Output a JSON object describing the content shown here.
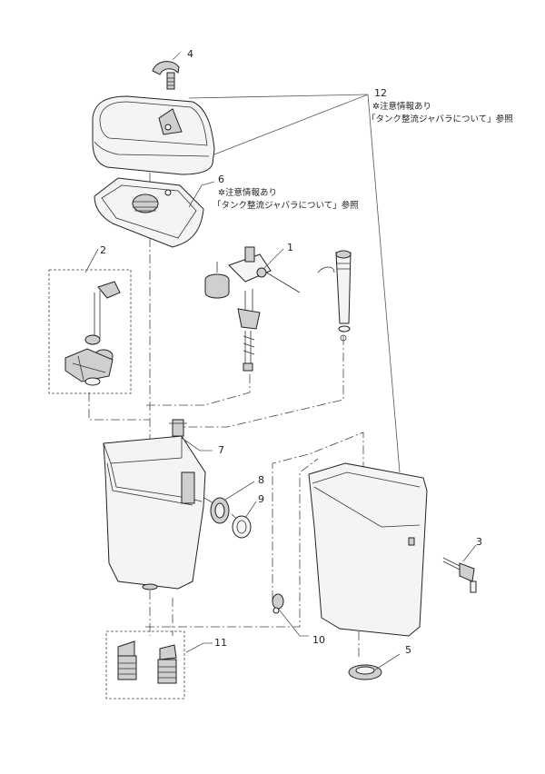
{
  "callouts": {
    "c1": "1",
    "c2": "2",
    "c3": "3",
    "c4": "4",
    "c5": "5",
    "c6": "6",
    "c7": "7",
    "c8": "8",
    "c9": "9",
    "c10": "10",
    "c11": "11",
    "c12": "12"
  },
  "notes": {
    "n12_line1": "✲注意情報あり",
    "n12_line2": "「タンク整流ジャバラについて」参照",
    "n6_line1": "✲注意情報あり",
    "n6_line2": "「タンク整流ジャバラについて」参照"
  }
}
